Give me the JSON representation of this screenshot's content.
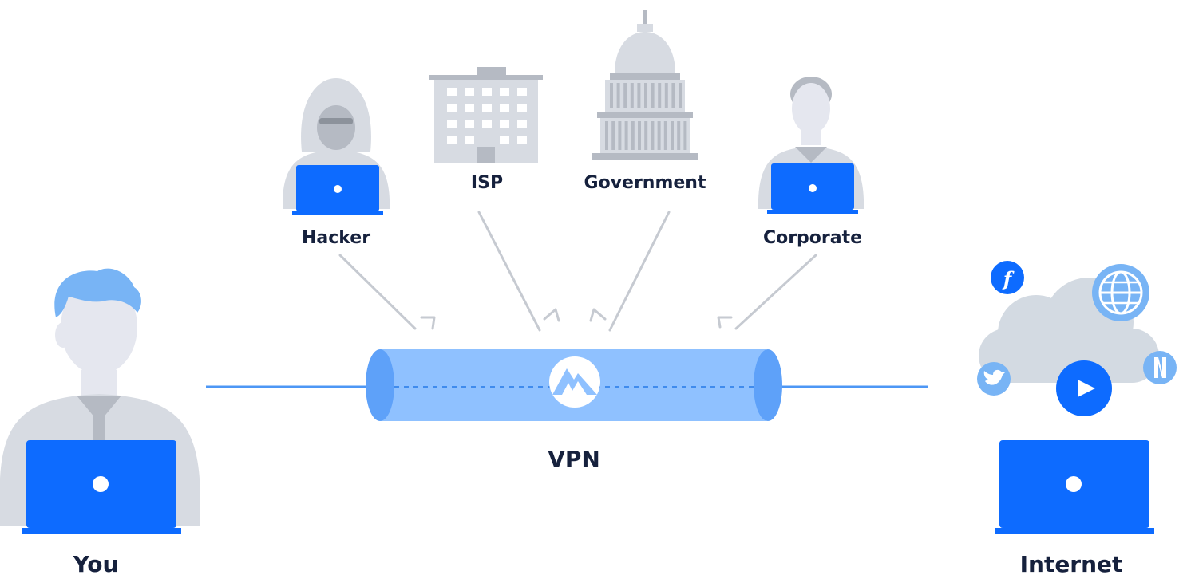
{
  "labels": {
    "hacker": "Hacker",
    "isp": "ISP",
    "government": "Government",
    "corporate": "Corporate",
    "vpn": "VPN",
    "you": "You",
    "internet": "Internet"
  },
  "colors": {
    "laptop_blue": "#0d6bff",
    "tunnel_blue": "#8fc1ff",
    "tunnel_cap": "#5ea1f9",
    "line_blue": "#4d97f5",
    "gray_light": "#d7dbe2",
    "gray_mid": "#b5bac3",
    "skin": "#e5e7ef",
    "hair_blue": "#78b4f5",
    "arrow_gray": "#c6cad1",
    "cloud": "#d3dae2",
    "text_dark": "#16213d"
  },
  "icons": {
    "social": [
      "facebook-icon",
      "globe-icon",
      "twitter-icon",
      "play-icon",
      "netflix-icon"
    ],
    "vpn_logo": "mountain-logo-icon"
  }
}
